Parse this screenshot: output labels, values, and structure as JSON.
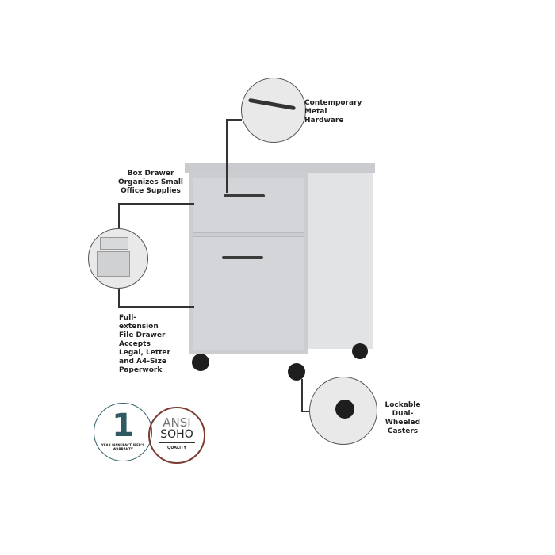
{
  "callouts": {
    "hardware": "Contemporary Metal Hardware",
    "box_drawer": "Box Drawer Organizes Small Office Supplies",
    "file_drawer": "Full-extension File Drawer Accepts Legal, Letter and A4-Size Paperwork",
    "casters": "Lockable Dual-Wheeled Casters"
  },
  "badges": {
    "warranty_number": "1",
    "warranty_text": "YEAR MANUFACTURER'S WARRANTY",
    "ansi_line1": "ANSI",
    "ansi_line2": "SOHO",
    "ansi_text": "QUALITY"
  },
  "colors": {
    "cabinet": "#d3d5d8",
    "warranty_teal": "#2f5a62",
    "ansi_brown": "#7b3b30"
  }
}
